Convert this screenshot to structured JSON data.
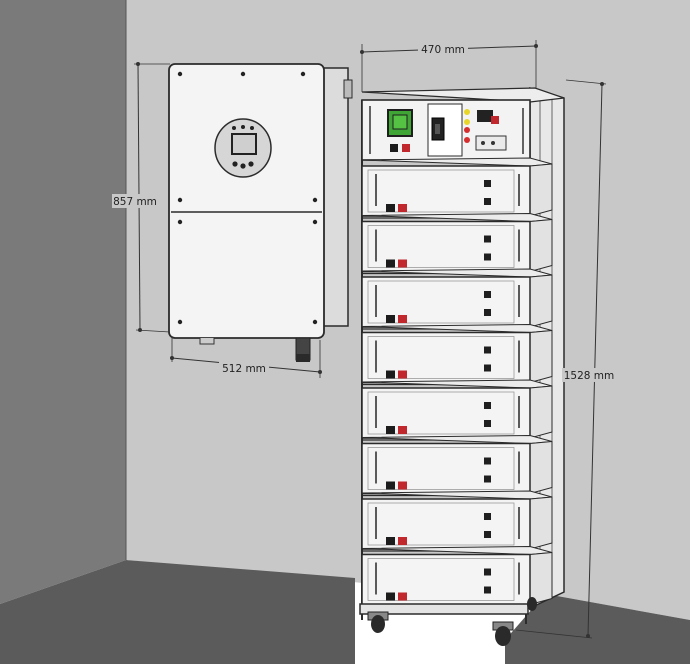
{
  "dimensions": {
    "stack_width": "470 mm",
    "inverter_height": "857 mm",
    "inverter_width": "512 mm",
    "stack_height": "1528 mm"
  },
  "battery_module_count": 8,
  "colors": {
    "wall": "#c8c8c8",
    "side_wall": "#7a7a7a",
    "floor": "#5b5b5b",
    "cabinet": "#f4f4f4",
    "outline": "#2b2b2b",
    "display_green": "#3fa535",
    "terminal_red": "#c0282d",
    "terminal_black": "#1c1c1c",
    "indicator_yellow": "#e7d52a",
    "indicator_red": "#d62e2e"
  },
  "icons": [
    "power-switch-icon",
    "lcd-screen-icon",
    "led-indicator-icon",
    "wheel-icon"
  ]
}
